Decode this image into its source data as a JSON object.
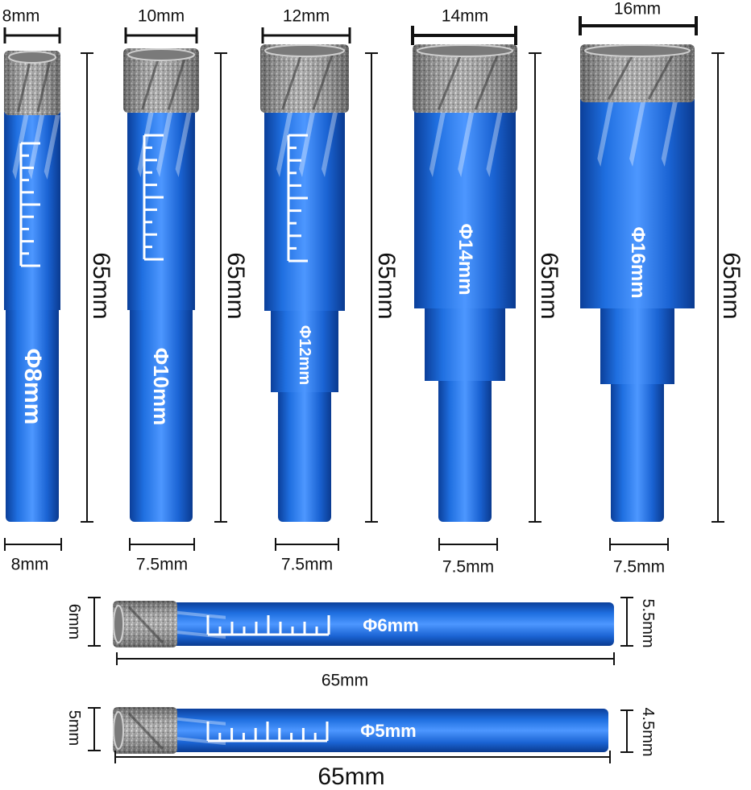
{
  "colors": {
    "shaft_dark": "#0b3f9a",
    "shaft_mid": "#1f6fe0",
    "shaft_light": "#5fa6ff",
    "grit_dark": "#6b6b6b",
    "grit_light": "#d9d9d9",
    "line": "#111111"
  },
  "vertical_bits": [
    {
      "diameter_label": "8mm",
      "length_label": "65mm",
      "shank_label": "8mm",
      "etch_label": "Φ8mm"
    },
    {
      "diameter_label": "10mm",
      "length_label": "65mm",
      "shank_label": "7.5mm",
      "etch_label": "Φ10mm"
    },
    {
      "diameter_label": "12mm",
      "length_label": "65mm",
      "shank_label": "7.5mm",
      "etch_label": "Φ12mm"
    },
    {
      "diameter_label": "14mm",
      "length_label": "65mm",
      "shank_label": "7.5mm",
      "etch_label": "Φ14mm"
    },
    {
      "diameter_label": "16mm",
      "length_label": "65mm",
      "shank_label": "7.5mm",
      "etch_label": "Φ16mm"
    }
  ],
  "horizontal_bits": [
    {
      "diameter_label": "6mm",
      "length_label": "65mm",
      "shank_label": "5.5mm",
      "etch_label": "Φ6mm"
    },
    {
      "diameter_label": "5mm",
      "length_label": "65mm",
      "shank_label": "4.5mm",
      "etch_label": "Φ5mm"
    }
  ]
}
